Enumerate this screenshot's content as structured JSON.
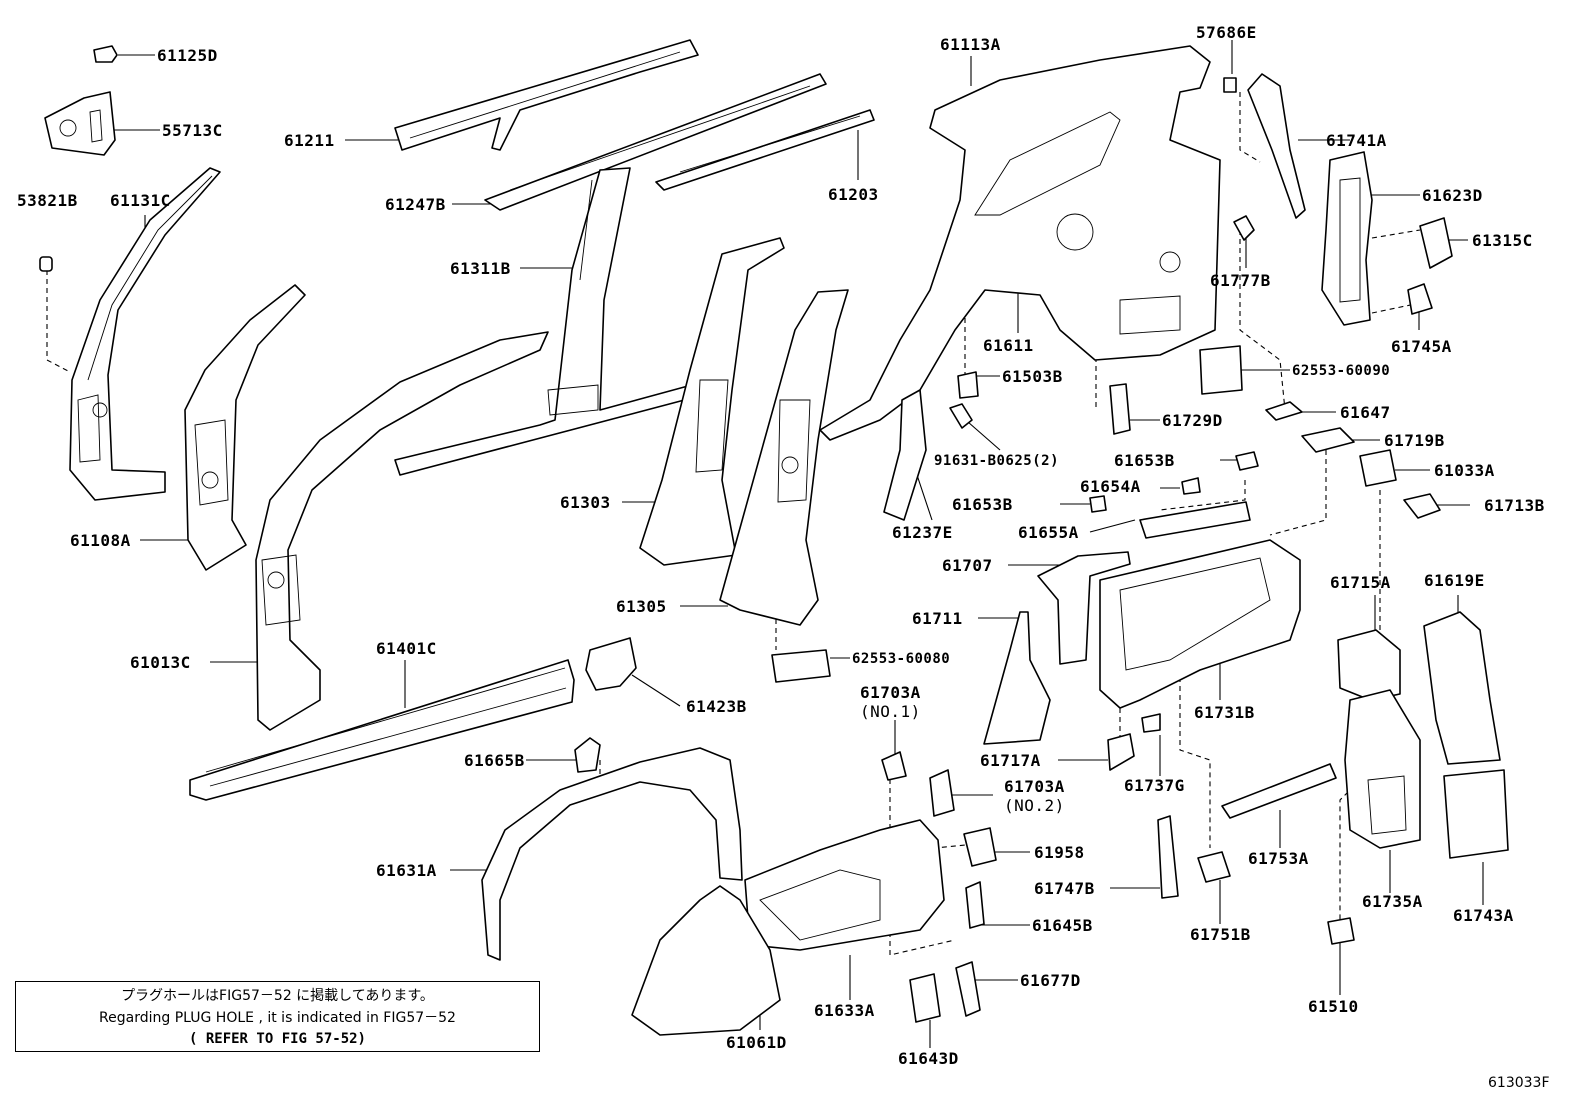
{
  "labels": [
    {
      "id": "p61125D",
      "text": "61125D"
    },
    {
      "id": "p55713C",
      "text": "55713C"
    },
    {
      "id": "p53821B",
      "text": "53821B"
    },
    {
      "id": "p61131C",
      "text": "61131C"
    },
    {
      "id": "p61108A",
      "text": "61108A"
    },
    {
      "id": "p61211",
      "text": "61211"
    },
    {
      "id": "p61247B",
      "text": "61247B"
    },
    {
      "id": "p61203",
      "text": "61203"
    },
    {
      "id": "p61311B",
      "text": "61311B"
    },
    {
      "id": "p61303",
      "text": "61303"
    },
    {
      "id": "p61305",
      "text": "61305"
    },
    {
      "id": "p62553_60080",
      "text": "62553-60080"
    },
    {
      "id": "p61013C",
      "text": "61013C"
    },
    {
      "id": "p61401C",
      "text": "61401C"
    },
    {
      "id": "p61423B",
      "text": "61423B"
    },
    {
      "id": "p61665B",
      "text": "61665B"
    },
    {
      "id": "p61631A",
      "text": "61631A"
    },
    {
      "id": "p61113A",
      "text": "61113A"
    },
    {
      "id": "p57686E",
      "text": "57686E"
    },
    {
      "id": "p61741A",
      "text": "61741A"
    },
    {
      "id": "p61623D",
      "text": "61623D"
    },
    {
      "id": "p61315C",
      "text": "61315C"
    },
    {
      "id": "p61777B",
      "text": "61777B"
    },
    {
      "id": "p61745A",
      "text": "61745A"
    },
    {
      "id": "p61611",
      "text": "61611"
    },
    {
      "id": "p62553_60090",
      "text": "62553-60090"
    },
    {
      "id": "p61503B",
      "text": "61503B"
    },
    {
      "id": "p61729D",
      "text": "61729D"
    },
    {
      "id": "p91631",
      "text": "91631-B0625(2)"
    },
    {
      "id": "p61647",
      "text": "61647"
    },
    {
      "id": "p61719B",
      "text": "61719B"
    },
    {
      "id": "p61033A",
      "text": "61033A"
    },
    {
      "id": "p61713B",
      "text": "61713B"
    },
    {
      "id": "p61653B_1",
      "text": "61653B"
    },
    {
      "id": "p61654A",
      "text": "61654A"
    },
    {
      "id": "p61653B_2",
      "text": "61653B"
    },
    {
      "id": "p61655A",
      "text": "61655A"
    },
    {
      "id": "p61237E",
      "text": "61237E"
    },
    {
      "id": "p61707",
      "text": "61707"
    },
    {
      "id": "p61711",
      "text": "61711"
    },
    {
      "id": "p61715A",
      "text": "61715A"
    },
    {
      "id": "p61619E",
      "text": "61619E"
    },
    {
      "id": "p61731B",
      "text": "61731B"
    },
    {
      "id": "p61703A_1",
      "text": "61703A"
    },
    {
      "id": "p61703A_1n",
      "text": "(NO.1)"
    },
    {
      "id": "p61703A_2",
      "text": "61703A"
    },
    {
      "id": "p61703A_2n",
      "text": "(NO.2)"
    },
    {
      "id": "p61717A",
      "text": "61717A"
    },
    {
      "id": "p61737G",
      "text": "61737G"
    },
    {
      "id": "p61958",
      "text": "61958"
    },
    {
      "id": "p61753A",
      "text": "61753A"
    },
    {
      "id": "p61747B",
      "text": "61747B"
    },
    {
      "id": "p61645B",
      "text": "61645B"
    },
    {
      "id": "p61735A",
      "text": "61735A"
    },
    {
      "id": "p61743A",
      "text": "61743A"
    },
    {
      "id": "p61751B",
      "text": "61751B"
    },
    {
      "id": "p61633A",
      "text": "61633A"
    },
    {
      "id": "p61677D",
      "text": "61677D"
    },
    {
      "id": "p61061D",
      "text": "61061D"
    },
    {
      "id": "p61643D",
      "text": "61643D"
    },
    {
      "id": "p61510",
      "text": "61510"
    }
  ],
  "note": {
    "line1": "プラグホールはFIG57－52 に掲載してあります。",
    "line2": "Regarding PLUG HOLE , it is indicated in FIG57－52",
    "line3": "(   REFER TO FIG 57-52)"
  },
  "figure_code": "613033F"
}
